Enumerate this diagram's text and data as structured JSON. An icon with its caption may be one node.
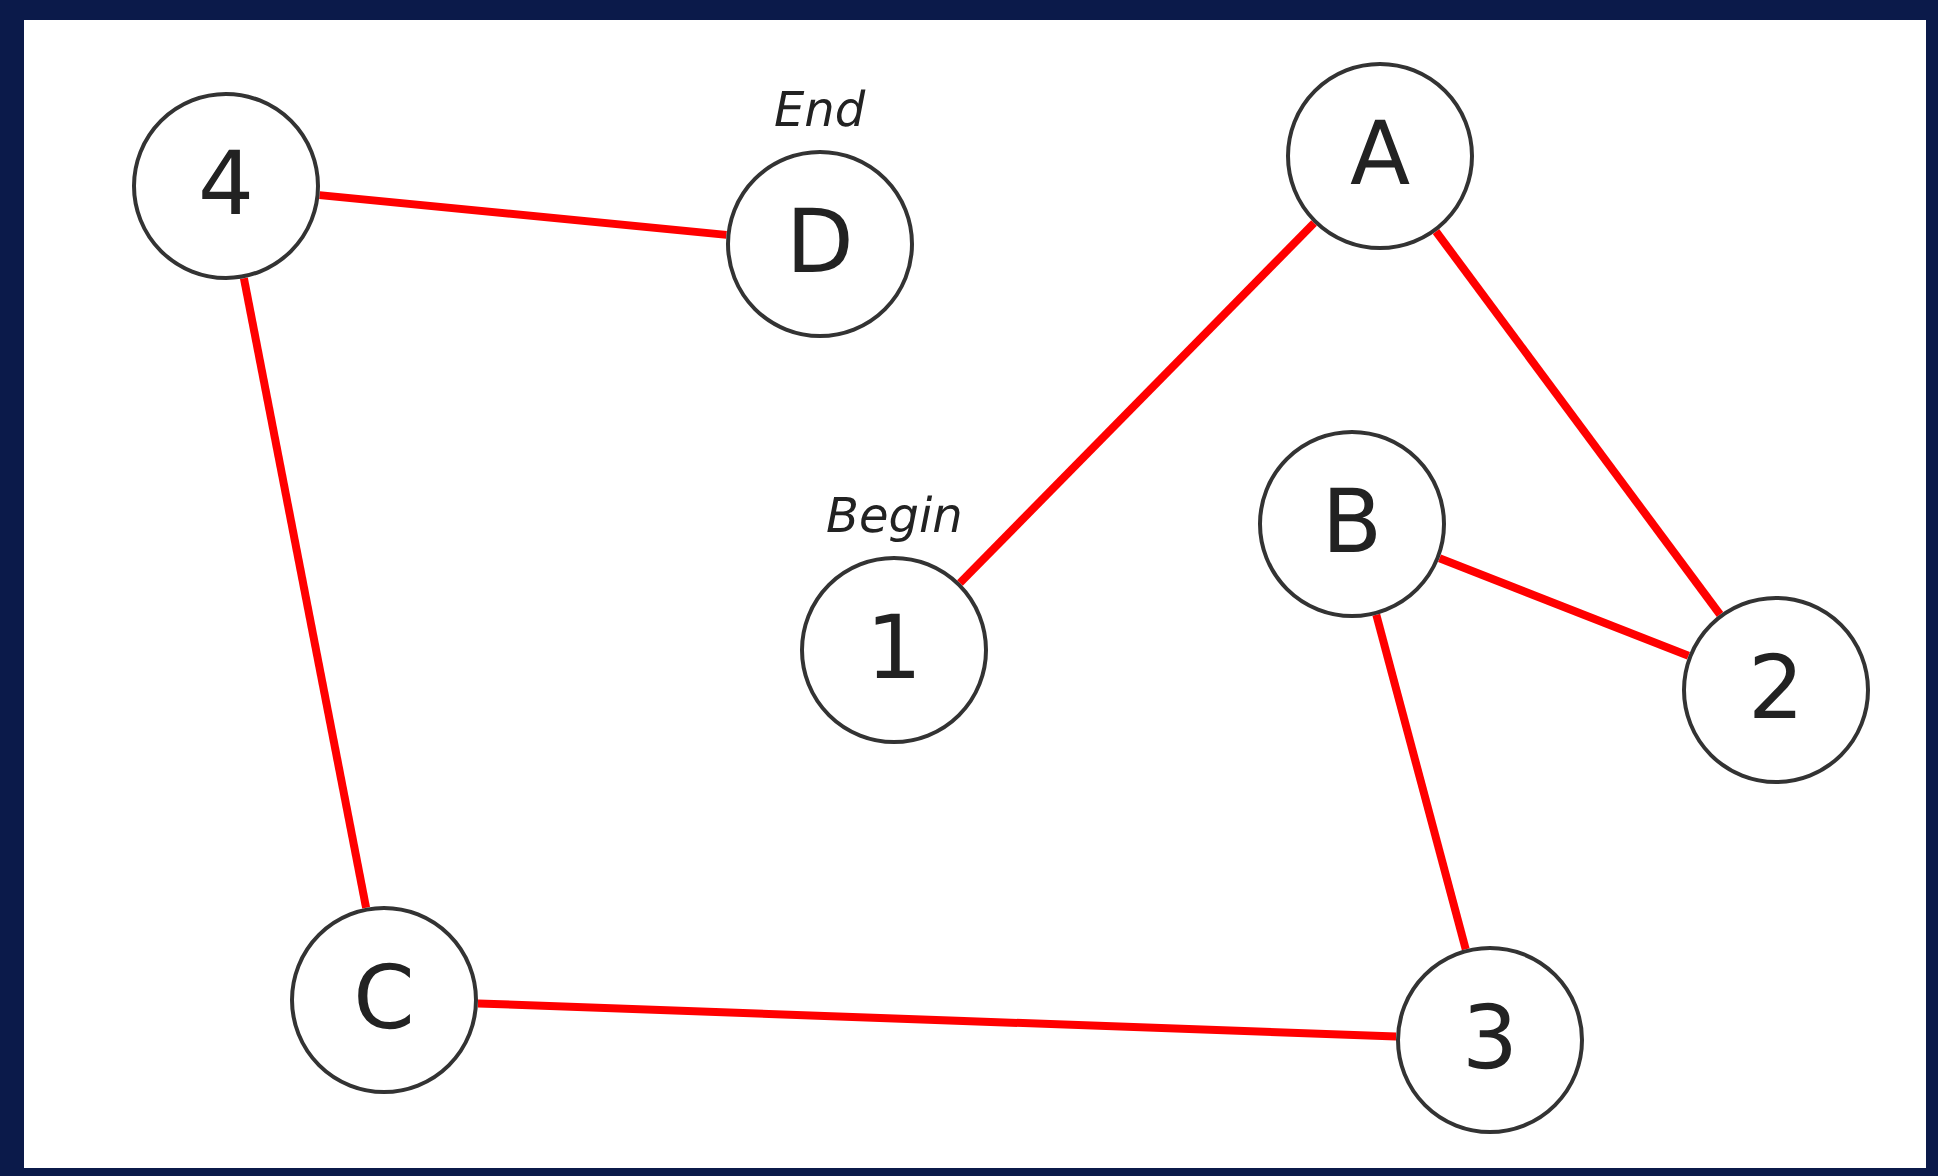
{
  "diagram": {
    "nodes": [
      {
        "text": [
          "4"
        ]
      },
      {
        "text": [
          "D"
        ],
        "beside": [
          "End"
        ]
      },
      {
        "text": [
          "A"
        ]
      },
      {
        "text": [
          "1"
        ],
        "beside": [
          "Begin"
        ]
      },
      {
        "text": [
          "B"
        ]
      },
      {
        "text": [
          "2"
        ]
      },
      {
        "text": [
          "C"
        ]
      },
      {
        "text": [
          "3"
        ]
      }
    ],
    "edges": [
      {
        "from": 3,
        "to": 2,
        "arrow": "none"
      },
      {
        "from": 2,
        "to": 5,
        "arrow": "none"
      },
      {
        "from": 5,
        "to": 4,
        "arrow": "none"
      },
      {
        "from": 4,
        "to": 7,
        "arrow": "none"
      },
      {
        "from": 7,
        "to": 6,
        "arrow": "none"
      },
      {
        "from": 6,
        "to": 0,
        "arrow": "none"
      },
      {
        "from": 0,
        "to": 1,
        "arrow": "none"
      }
    ]
  }
}
